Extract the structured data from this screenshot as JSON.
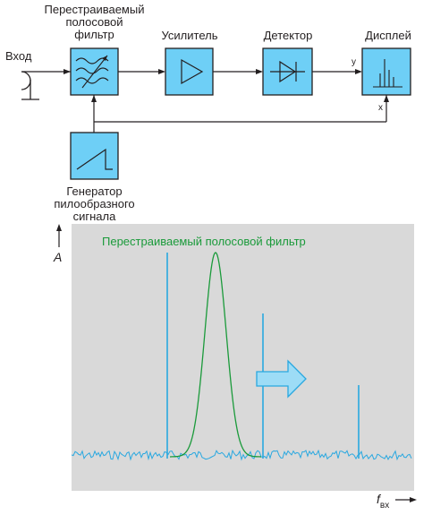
{
  "blocks": {
    "input": "Вход",
    "filter_line1": "Перестраиваемый",
    "filter_line2": "полосовой",
    "filter_line3": "фильтр",
    "amplifier": "Усилитель",
    "detector": "Детектор",
    "display": "Дисплей",
    "generator_line1": "Генератор",
    "generator_line2": "пилообразного",
    "generator_line3": "сигнала"
  },
  "signals": {
    "y": "y",
    "x": "x"
  },
  "spectrum": {
    "filter_label": "Перестраиваемый полосовой фильтр",
    "y_axis": "A",
    "x_axis": "f",
    "x_axis_sub": "вх"
  },
  "colors": {
    "block_fill": "#6ecff6",
    "block_stroke": "#231f20",
    "panel": "#d9d9d9",
    "spectrum_line": "#29a8e0",
    "filter_curve": "#1a9a3a",
    "arrow_fill": "#9ddcf6"
  }
}
